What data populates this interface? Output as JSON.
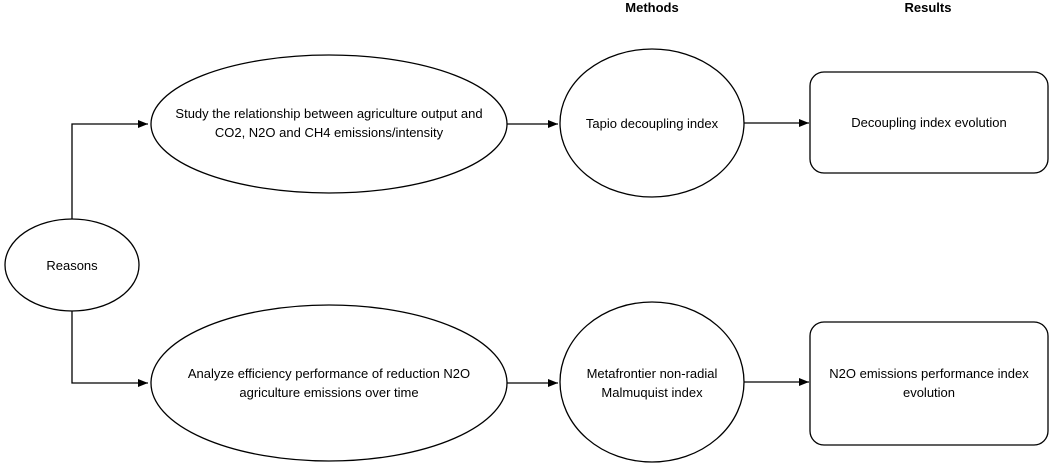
{
  "headers": {
    "methods": "Methods",
    "results": "Results"
  },
  "nodes": {
    "reasons": "Reasons",
    "reason_1": "Study the relationship between agriculture output and\nCO2, N2O and CH4 emissions/intensity",
    "reason_2": "Analyze efficiency performance  of reduction N2O\nagriculture emissions over time",
    "method_1": "Tapio decoupling index",
    "method_2": "Metafrontier non-radial\nMalmuquist index",
    "result_1": "Decoupling index evolution",
    "result_2": "N2O emissions performance  index\nevolution"
  }
}
